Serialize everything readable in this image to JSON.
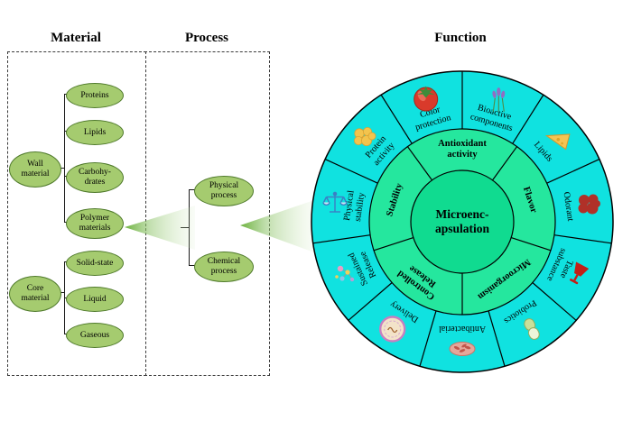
{
  "headers": {
    "material": "Material",
    "process": "Process",
    "function": "Function"
  },
  "material": {
    "wall": {
      "label": [
        "Wall",
        "material"
      ],
      "children": [
        [
          "Proteins"
        ],
        [
          "Lipids"
        ],
        [
          "Carbohy-",
          "drates"
        ],
        [
          "Polymer",
          "materials"
        ]
      ]
    },
    "core": {
      "label": [
        "Core",
        "material"
      ],
      "children": [
        [
          "Solid-state"
        ],
        [
          "Liquid"
        ],
        [
          "Gaseous"
        ]
      ]
    }
  },
  "process": {
    "children": [
      [
        "Physical",
        "process"
      ],
      [
        "Chemical",
        "process"
      ]
    ]
  },
  "wheel": {
    "center": [
      "Microenc-",
      "apsulation"
    ],
    "inner": [
      [
        "Antioxidant",
        "activity"
      ],
      [
        "Flavor"
      ],
      [
        "Microorganism"
      ],
      [
        "Controlled",
        "Release"
      ],
      [
        "Stability"
      ]
    ],
    "outer": [
      [
        "Bioactive",
        "components"
      ],
      [
        "Lipids"
      ],
      [
        "Odorant"
      ],
      [
        "Taste",
        "substance"
      ],
      [
        "Probiotics"
      ],
      [
        "Antibacterial"
      ],
      [
        "Delivery"
      ],
      [
        "Sustained",
        "Release"
      ],
      [
        "Physical",
        "stability"
      ],
      [
        "Protein",
        "activity"
      ],
      [
        "Color",
        "protection"
      ]
    ]
  },
  "colors": {
    "outer_ring": "#10e2e0",
    "inner_ring": "#25e79e",
    "center_circle": "#10db90",
    "node_fill": "#a5cb6f",
    "node_border": "#4f7a2b",
    "arrow_green": "#64ad33"
  }
}
